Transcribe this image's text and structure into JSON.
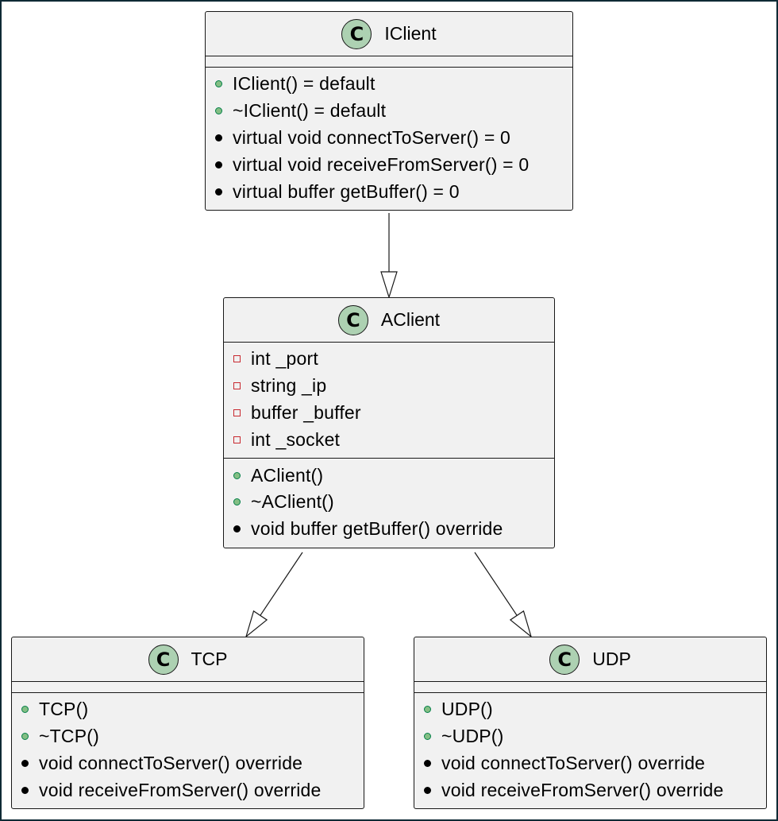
{
  "diagram": {
    "classes": [
      {
        "id": "iclient",
        "icon_letter": "C",
        "name": "IClient",
        "attributes": [],
        "methods": [
          {
            "visibility": "public",
            "text": "IClient() = default"
          },
          {
            "visibility": "public",
            "text": "~IClient() = default"
          },
          {
            "visibility": "bullet",
            "text": "virtual void connectToServer() = 0"
          },
          {
            "visibility": "bullet",
            "text": "virtual void receiveFromServer() = 0"
          },
          {
            "visibility": "bullet",
            "text": "virtual buffer getBuffer() = 0"
          }
        ]
      },
      {
        "id": "aclient",
        "icon_letter": "C",
        "name": "AClient",
        "attributes": [
          {
            "visibility": "private",
            "text": "int _port"
          },
          {
            "visibility": "private",
            "text": "string _ip"
          },
          {
            "visibility": "private",
            "text": "buffer _buffer"
          },
          {
            "visibility": "private",
            "text": "int _socket"
          }
        ],
        "methods": [
          {
            "visibility": "public",
            "text": "AClient()"
          },
          {
            "visibility": "public",
            "text": "~AClient()"
          },
          {
            "visibility": "bullet",
            "text": "void buffer getBuffer() override"
          }
        ]
      },
      {
        "id": "tcp",
        "icon_letter": "C",
        "name": "TCP",
        "attributes": [],
        "methods": [
          {
            "visibility": "public",
            "text": "TCP()"
          },
          {
            "visibility": "public",
            "text": "~TCP()"
          },
          {
            "visibility": "bullet",
            "text": "void connectToServer() override"
          },
          {
            "visibility": "bullet",
            "text": "void receiveFromServer() override"
          }
        ]
      },
      {
        "id": "udp",
        "icon_letter": "C",
        "name": "UDP",
        "attributes": [],
        "methods": [
          {
            "visibility": "public",
            "text": "UDP()"
          },
          {
            "visibility": "public",
            "text": "~UDP()"
          },
          {
            "visibility": "bullet",
            "text": "void connectToServer() override"
          },
          {
            "visibility": "bullet",
            "text": "void receiveFromServer() override"
          }
        ]
      }
    ],
    "relations": [
      {
        "type": "inheritance",
        "from": "aclient",
        "to": "iclient"
      },
      {
        "type": "inheritance",
        "from": "tcp",
        "to": "aclient"
      },
      {
        "type": "inheritance",
        "from": "udp",
        "to": "aclient"
      }
    ],
    "colors": {
      "background_frame": "#0f2a35",
      "class_fill": "#f1f1f1",
      "class_border": "#181818",
      "class_icon_fill": "#add1b2",
      "public_marker": "#84be84",
      "private_marker": "#c82930"
    }
  }
}
